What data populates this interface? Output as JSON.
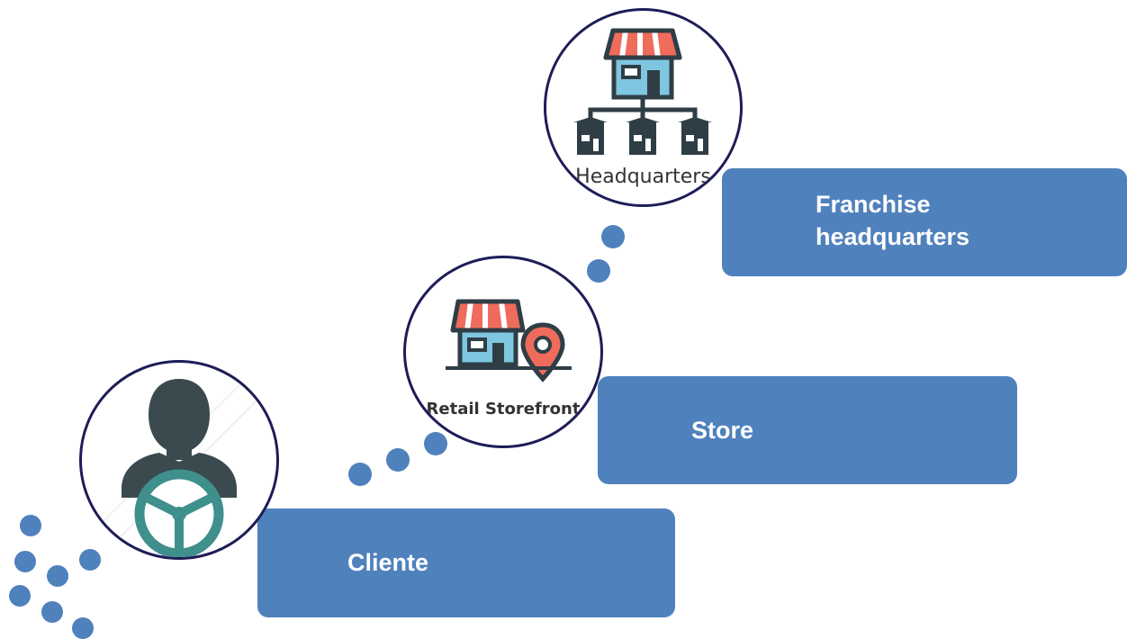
{
  "steps": {
    "client": {
      "label": "Cliente",
      "icon": "driver-icon"
    },
    "store": {
      "label": "Store",
      "icon": "retail-storefront-icon",
      "icon_caption": "Retail Storefront"
    },
    "headquarters": {
      "label": "Franchise\nheadquarters",
      "icon": "franchise-headquarters-icon",
      "icon_caption": "Headquarters"
    }
  },
  "colors": {
    "box_fill": "#4f81bd",
    "dot_fill": "#4f81bd",
    "circle_border": "#1d1d57",
    "awning_red": "#ef6b5b",
    "building_teal": "#7fc6e0",
    "dark_outline": "#2f3e46",
    "steering_teal": "#3f8f8c"
  }
}
